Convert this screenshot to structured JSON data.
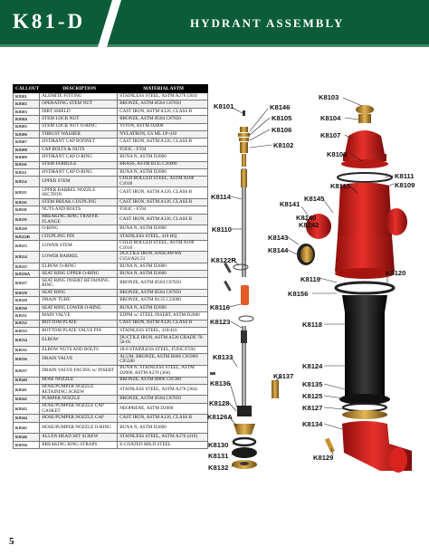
{
  "header": {
    "model": "K81-D",
    "title": "HYDRANT ASSEMBLY"
  },
  "table": {
    "columns": [
      "CALLOUT",
      "DESCRIPTION",
      "MATERIAL ASTM"
    ],
    "rows": [
      [
        "K8101",
        "ALEMITE FITTING",
        "STAINLESS STEEL, ASTM A276 (304)"
      ],
      [
        "K8102",
        "OPERATING STEM NUT",
        "BRONZE, ASTM B584 C87850"
      ],
      [
        "K8103",
        "DIRT SHIELD",
        "CAST IRON, ASTM A126, CLASS B"
      ],
      [
        "K8104",
        "STEM LOCK NUT",
        "BRONZE, ASTM B584 C87850"
      ],
      [
        "K8105",
        "STEM LOCK NUT O-RING",
        "VITON, ASTM D2000"
      ],
      [
        "K8106",
        "THRUST WASHER",
        "NYLATRON, GS ML LP-410"
      ],
      [
        "K8107",
        "HYDRANT CAP BONNET",
        "CAST IRON, ASTM A126, CLASS B"
      ],
      [
        "K8108",
        "CAP BOLTS & NUTS",
        "F593C - F594"
      ],
      [
        "K8109",
        "HYDRANT CAP O-RING",
        "BUNA N, ASTM D2000"
      ],
      [
        "K8110",
        "STEM FERRULE",
        "BRASS, ASTM B135 C26000"
      ],
      [
        "K8111",
        "HYDRANT CAP O-RING",
        "BUNA N, ASTM D2000"
      ],
      [
        "K8114",
        "UPPER STEM",
        "COLD ROLLED STEEL, ASTM A108 C1018"
      ],
      [
        "K8115",
        "UPPER BARREL NOZZLE SECTION",
        "CAST IRON, ASTM A126, CLASS B"
      ],
      [
        "K8116",
        "STEM BREAK COUPLING",
        "CAST IRON, ASTM A126, CLASS B"
      ],
      [
        "K8118",
        "NUTS AND BOLTS",
        "F593C - F594"
      ],
      [
        "K8119",
        "BREAKING RING TRAFFIC FLANGE",
        "CAST IRON, ASTM A126, CLASS B"
      ],
      [
        "K8120",
        "O-RING",
        "BUNA N, ASTM D2000"
      ],
      [
        "K8122R",
        "COUPLING PIN",
        "STAINLESS STEEL, 410 HQ"
      ],
      [
        "K8123",
        "LOWER STEM",
        "COLD ROLLED STEEL, ASTM A108 C1018"
      ],
      [
        "K8124",
        "LOWER BARREL",
        "DUCTILE IRON, ANSI/AWWA C151/A21.51"
      ],
      [
        "K8125",
        "ELBOW O-RING",
        "BUNA N, ASTM D2000"
      ],
      [
        "K8126A",
        "SEAT RING UPPER O-RING",
        "BUNA N, ASTM D2000"
      ],
      [
        "K8127",
        "SEAT RING INSERT RETAINING RING",
        "BRONZE, ASTM B584 C87850"
      ],
      [
        "K8128",
        "SEAT RING",
        "BRONZE, ASTM B584 C87850"
      ],
      [
        "K8129",
        "DRAIN TUBE",
        "BRONZE, ASTM B135 C33000"
      ],
      [
        "K8130",
        "SEAT RING LOWER O-RING",
        "BUNA N, ASTM D2000"
      ],
      [
        "K8131",
        "MAIN VALVE",
        "EDPM w/ STEEL INSERT, ASTM D2000"
      ],
      [
        "K8132",
        "BOTTOM PLATE",
        "CAST IRON, ASTM A126, CLASS B"
      ],
      [
        "K8133",
        "BOTTOM PLATE VALVE PIN",
        "STAINLESS STEEL, 410/416"
      ],
      [
        "K8134",
        "ELBOW",
        "DUCTILE IRON, ASTM A536 GRADE 70-50-05"
      ],
      [
        "K8135",
        "ELBOW NUTS AND BOLTS",
        "18-8 STAINLESS STEEL, F593C/F594"
      ],
      [
        "K8136",
        "DRAIN VALVE",
        "ALUM. BRONZE, ASTM B806 C95900/ C95500"
      ],
      [
        "K8137",
        "DRAIN VALVE FACING w/ INSERT",
        "BUNA N, STAINLESS STEEL, ASTM D2000, ASTM A276 (304)"
      ],
      [
        "K8140",
        "HOSE NOZZLE",
        "BRONZE, ASTM B806 C91300"
      ],
      [
        "K8141",
        "HOSE/PUMPER NOZZLE RETAINING SCREW",
        "STAINLESS STEEL, ASTM A276 (304)"
      ],
      [
        "K8142",
        "PUMPER NOZZLE",
        "BRONZE, ASTM B584 C87850"
      ],
      [
        "K8143",
        "HOSE/PUMPER NOZZLE CAP GASKET",
        "NEOPRENE, ASTM D2000"
      ],
      [
        "K8144",
        "HOSE/PUMPER NOZZLE CAP",
        "CAST IRON, ASTM A126, CLASS B"
      ],
      [
        "K8145",
        "HOSE/PUMPER NOZZLE O-RING",
        "BUNA N, ASTM D2000"
      ],
      [
        "K8146",
        "ALLEN HEAD SET SCREW",
        "STAINLESS STEEL, ASTM A276 (410)"
      ],
      [
        "K8156",
        "BREAKING RING STRAPS",
        "E-COATED MILD STEEL"
      ]
    ]
  },
  "callouts": [
    "K8101",
    "K8146",
    "K8105",
    "K8106",
    "K8102",
    "K8103",
    "K8104",
    "K8107",
    "K8108",
    "K8111",
    "K8109",
    "K8115",
    "K8114",
    "K8141",
    "K8145",
    "K8140",
    "K8142",
    "K8143",
    "K8144",
    "K8110",
    "K8122R",
    "K8119",
    "K8156",
    "K8120",
    "K8116",
    "K8118",
    "K8123",
    "K8133",
    "K8124",
    "K8137",
    "K8136",
    "K8135",
    "K8125",
    "K8127",
    "K8128",
    "K8126A",
    "K8134",
    "K8130",
    "K8131",
    "K8129",
    "K8132"
  ],
  "page_number": "5",
  "colors": {
    "header_green": "#0b5d3a",
    "hydrant_red": "#d8231f",
    "bronze": "#c8912f",
    "black_part": "#1b1b1b"
  }
}
